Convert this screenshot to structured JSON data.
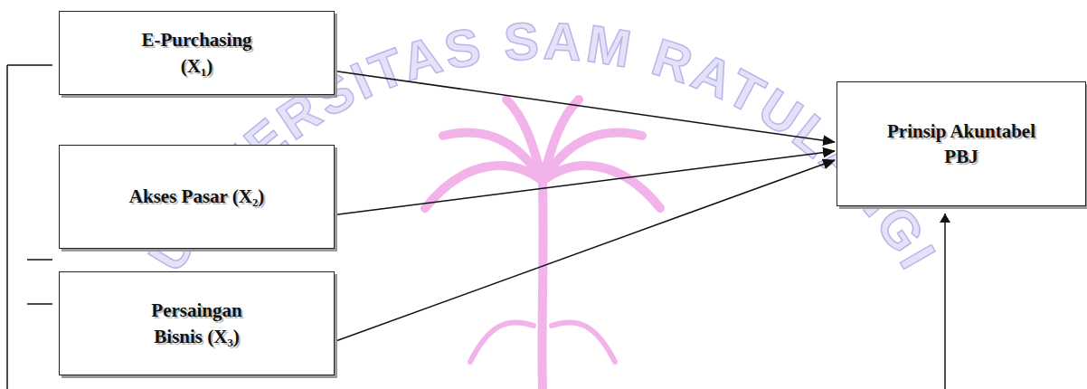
{
  "diagram": {
    "nodes": [
      {
        "text": [
          "E-Purchasing (X₁)"
        ]
      },
      {
        "text": [
          "Akses Pasar (X₂)"
        ]
      },
      {
        "text": [
          "Persaingan Bisnis (X₃)"
        ]
      },
      {
        "text": [
          "Prinsip Akuntabel PBJ"
        ]
      }
    ],
    "edges": [
      {
        "from": 0,
        "to": 3,
        "arrow": "to"
      },
      {
        "from": 1,
        "to": 3,
        "arrow": "to"
      },
      {
        "from": 2,
        "to": 3,
        "arrow": "to"
      }
    ],
    "labels": [
      "UNIVERSITAS SAM RATULANGI"
    ]
  }
}
